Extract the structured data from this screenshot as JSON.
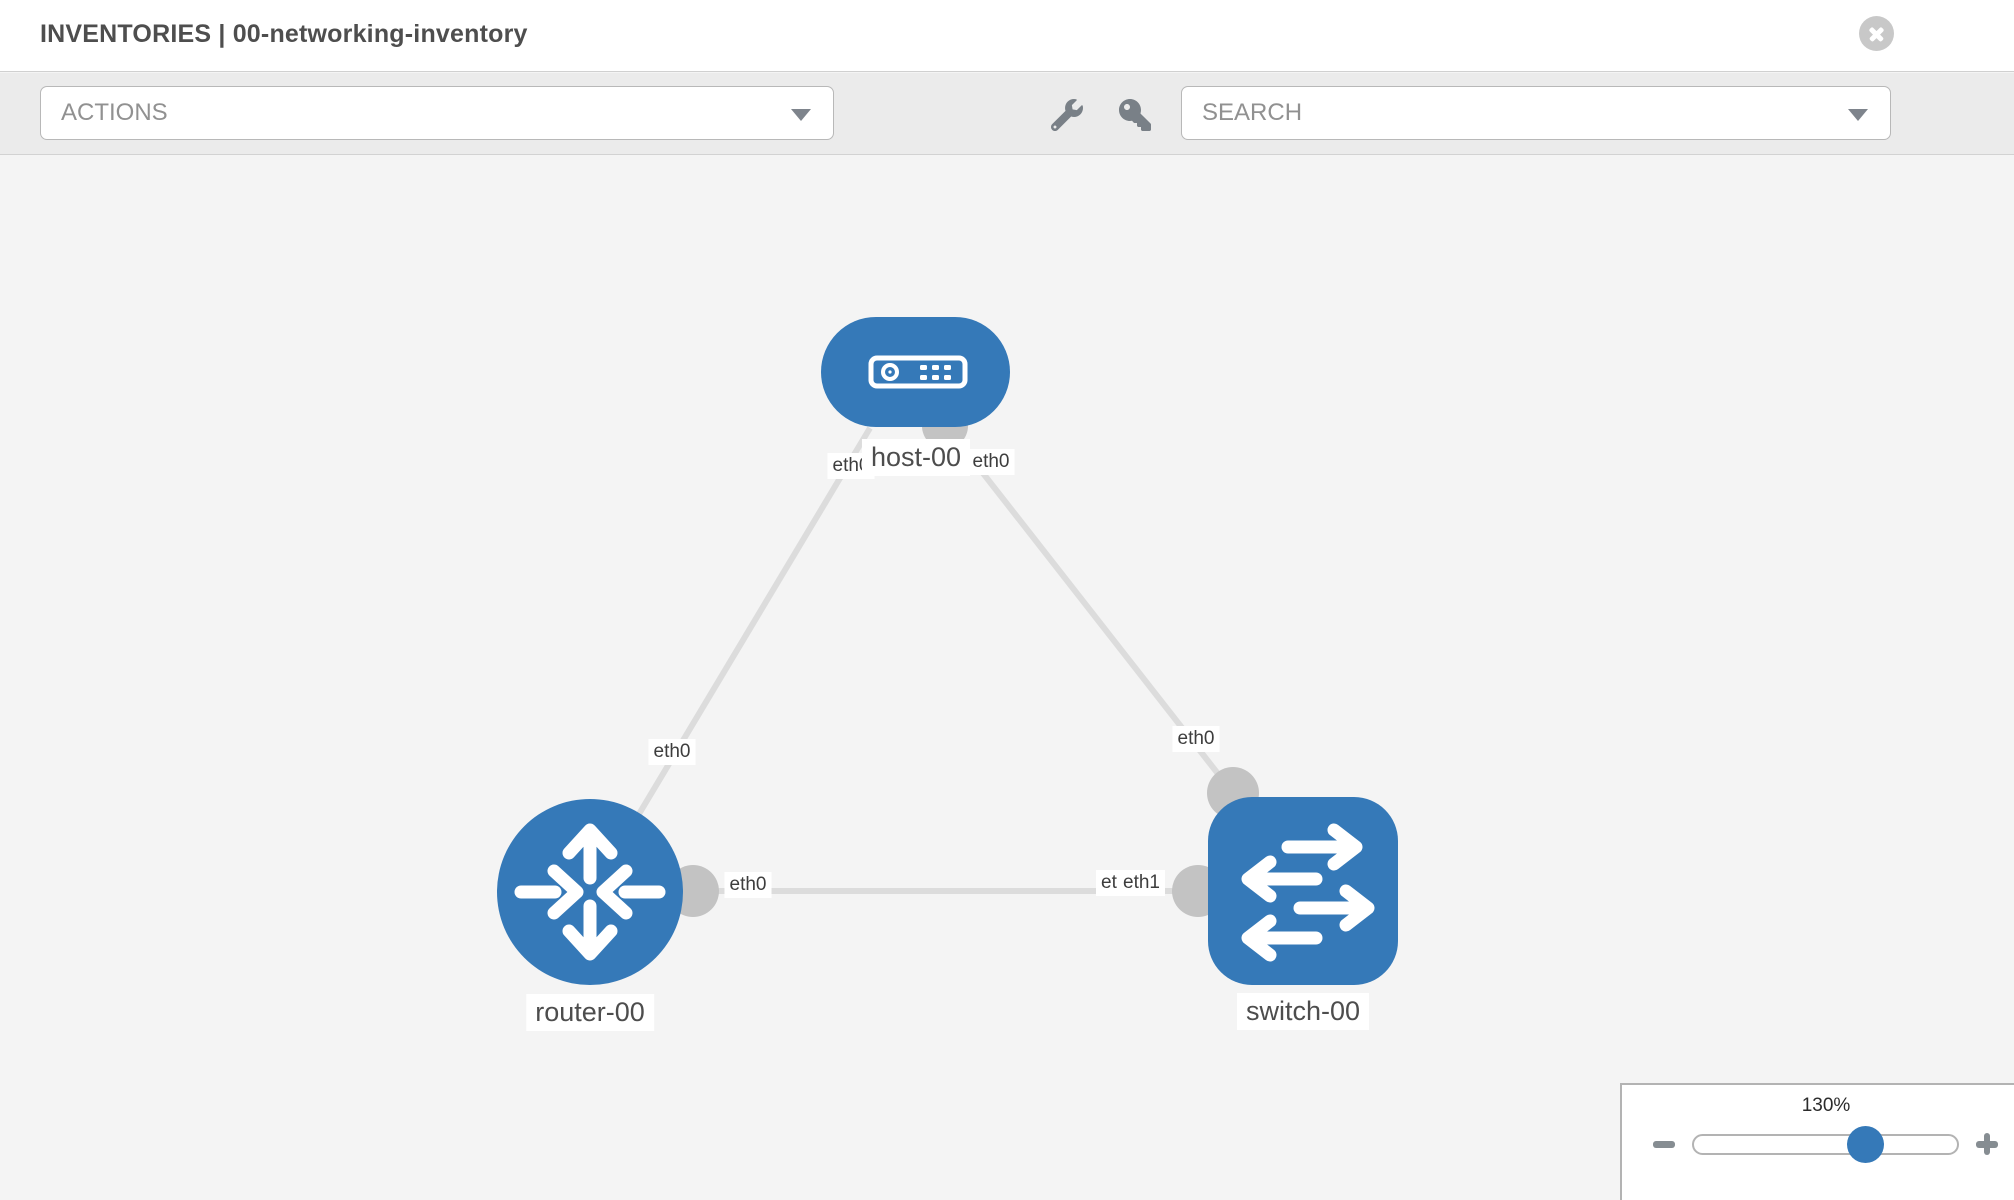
{
  "header": {
    "title": "INVENTORIES | 00-networking-inventory"
  },
  "toolbar": {
    "actions_label": "ACTIONS",
    "search_placeholder": "SEARCH",
    "icons": [
      "wrench-icon",
      "key-icon"
    ]
  },
  "canvas": {
    "nodes": {
      "host": {
        "label": "host-00",
        "type": "host"
      },
      "router": {
        "label": "router-00",
        "type": "router"
      },
      "switch": {
        "label": "switch-00",
        "type": "switch"
      }
    },
    "links": [
      {
        "from": "host-00",
        "to": "router-00"
      },
      {
        "from": "host-00",
        "to": "switch-00"
      },
      {
        "from": "router-00",
        "to": "switch-00"
      }
    ],
    "interface_labels": {
      "host_left": "eth0",
      "host_right": "eth0",
      "router_link_to_host": "eth0",
      "router_link_to_switch": "eth0",
      "switch_link_to_host": "eth0",
      "switch_link_back": "eth0",
      "switch_link_front": "eth1"
    }
  },
  "zoom_control": {
    "percent": "130%",
    "minus_icon": "minus",
    "plus_icon": "plus"
  },
  "icons": {
    "close": "circle-x-icon"
  },
  "colors": {
    "node_blue": "#3579b8",
    "link_gray": "#dcdcdc",
    "interface_gray": "#c3c3c3",
    "toolbar_bg": "#ebebeb",
    "canvas_bg": "#f4f4f4",
    "title_text": "#4e4e4e"
  }
}
